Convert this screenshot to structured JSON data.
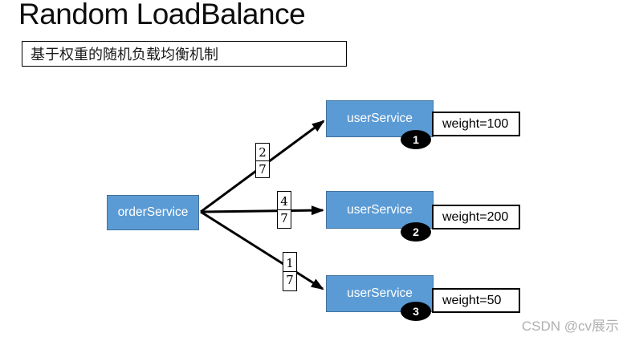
{
  "title": "Random LoadBalance",
  "subtitle": "基于权重的随机负载均衡机制",
  "watermark": "CSDN @cv展示",
  "colors": {
    "node_fill": "#5b9bd5",
    "node_border": "#41719c",
    "arrow": "#000000",
    "watermark": "#b0b0b0"
  },
  "diagram": {
    "source": {
      "label": "orderService"
    },
    "targets": [
      {
        "label": "userService",
        "weight_label": "weight=100",
        "badge": "1",
        "fraction": {
          "numerator": "2",
          "denominator": "7"
        }
      },
      {
        "label": "userService",
        "weight_label": "weight=200",
        "badge": "2",
        "fraction": {
          "numerator": "4",
          "denominator": "7"
        }
      },
      {
        "label": "userService",
        "weight_label": "weight=50",
        "badge": "3",
        "fraction": {
          "numerator": "1",
          "denominator": "7"
        }
      }
    ]
  }
}
